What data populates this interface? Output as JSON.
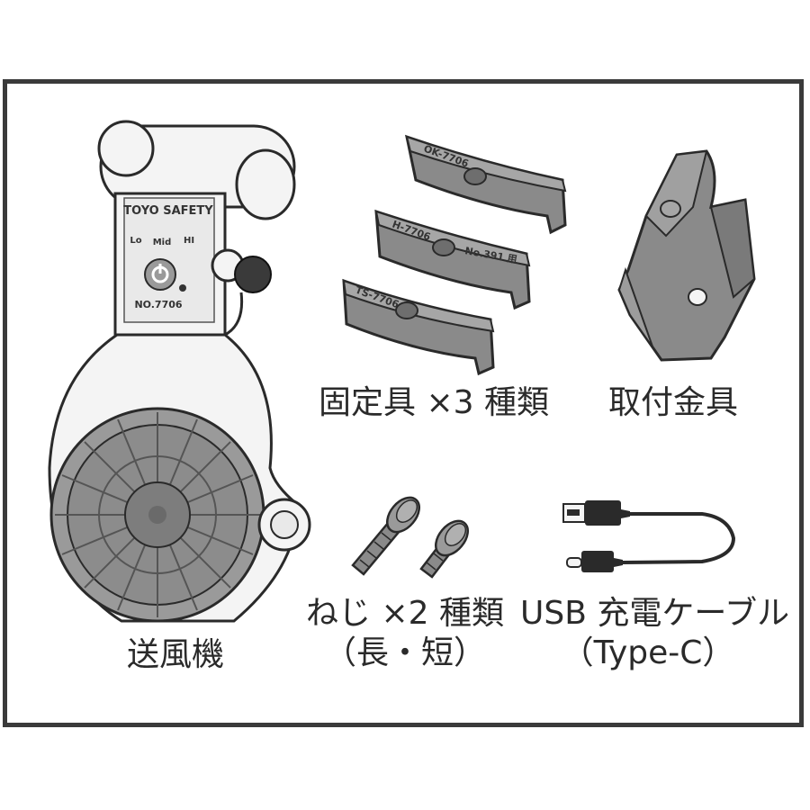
{
  "fan": {
    "brand": "TOYO SAFETY",
    "speed_lo": "Lo",
    "speed_mid": "Mid",
    "speed_hi": "HI",
    "model": "NO.7706",
    "caption": "送風機"
  },
  "fixtures": {
    "piece_1": "OK-7706",
    "piece_2": "H-7706",
    "piece_2_note": "No.391 用",
    "piece_3": "TS-7706",
    "caption": "固定具 ×3 種類"
  },
  "bracket": {
    "caption": "取付金具"
  },
  "screws": {
    "caption_line1": "ねじ ×2 種類",
    "caption_line2": "（長・短）"
  },
  "cable": {
    "caption_line1": "USB 充電ケーブル",
    "caption_line2": "（Type-C）"
  },
  "colors": {
    "frame": "#3a3a3a",
    "part_gray": "#8a8a8a",
    "dark": "#2a2a2a",
    "body_white": "#f4f4f4"
  }
}
